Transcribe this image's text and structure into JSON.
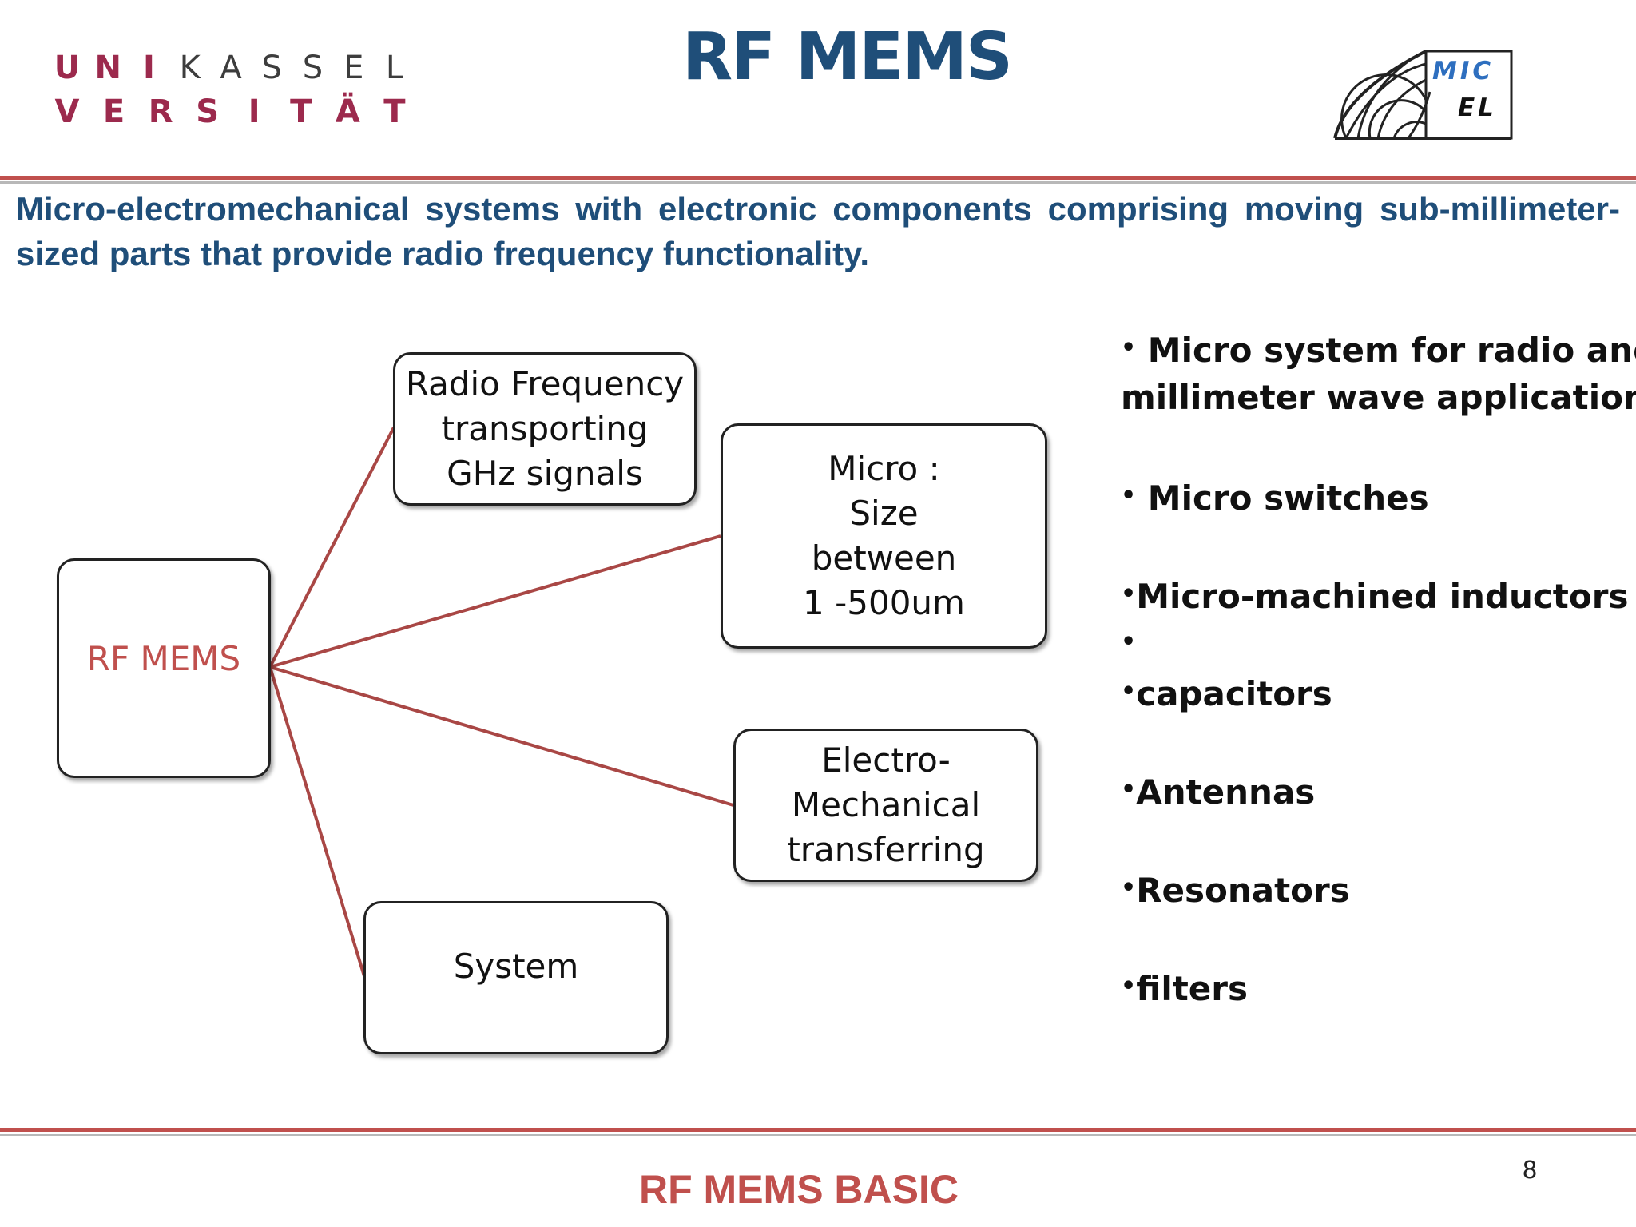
{
  "header": {
    "university_logo_rows": [
      [
        "U",
        "N",
        "I",
        "K",
        "A",
        "S",
        "S",
        "E",
        "L"
      ],
      [
        "V",
        "E",
        "R",
        "S",
        "I",
        "T",
        "Ä",
        "T"
      ]
    ],
    "title": "RF MEMS",
    "micel_logo_rows": [
      "MIC",
      "EL"
    ]
  },
  "definition": "Micro-electromechanical systems with electronic components comprising moving sub-millimeter-sized parts that provide radio frequency functionality.",
  "diagram": {
    "root": "RF MEMS",
    "nodes": [
      "Radio Frequency transporting GHz signals",
      "Micro : Size between 1 -500um",
      "Electro-Mechanical transferring",
      "System"
    ],
    "node_lines": [
      [
        "Radio Frequency",
        "transporting",
        "GHz signals"
      ],
      [
        "Micro :",
        "Size",
        "between",
        "1 -500um"
      ],
      [
        "Electro-",
        "Mechanical",
        "transferring"
      ],
      [
        "System"
      ]
    ]
  },
  "features": [
    {
      "bullet": "•",
      "text": " Micro system for radio and",
      "text2": "millimeter wave applications"
    },
    {
      "bullet": "•",
      "text": " Micro switches"
    },
    {
      "bullet": "•",
      "text": "Micro-machined inductors"
    },
    {
      "bullet": "•",
      "text": ""
    },
    {
      "bullet": "•",
      "text": "capacitors"
    },
    {
      "bullet": "•",
      "text": "Antennas"
    },
    {
      "bullet": "•",
      "text": "Resonators"
    },
    {
      "bullet": "•",
      "text": "filters"
    }
  ],
  "footer": {
    "title": "RF  MEMS BASIC",
    "page_number": "8"
  },
  "colors": {
    "title_blue": "#1f4e79",
    "accent_red": "#c0504d",
    "logo_red": "#9c2a4d"
  }
}
